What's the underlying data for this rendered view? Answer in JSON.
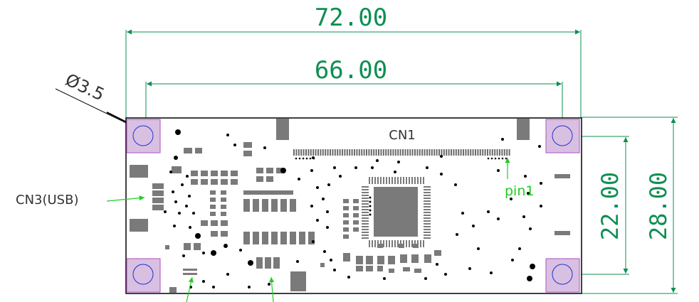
{
  "dimensions": {
    "overall_width": "72.00",
    "hole_spacing_x": "66.00",
    "hole_spacing_y": "22.00",
    "overall_height": "28.00",
    "hole_diameter": "Ø3.5"
  },
  "labels": {
    "connector_top": "CN1",
    "connector_usb": "CN3(USB)",
    "pin1": "pin1"
  },
  "colors": {
    "dimension": "#0e8f52",
    "leader_arrow": "#22cc22",
    "board_outline": "#000000",
    "pad_fill": "#d9c0e3",
    "pad_stroke": "#b050c0",
    "hole_stroke": "#2233cc",
    "component_fill": "#7a7a7a"
  }
}
